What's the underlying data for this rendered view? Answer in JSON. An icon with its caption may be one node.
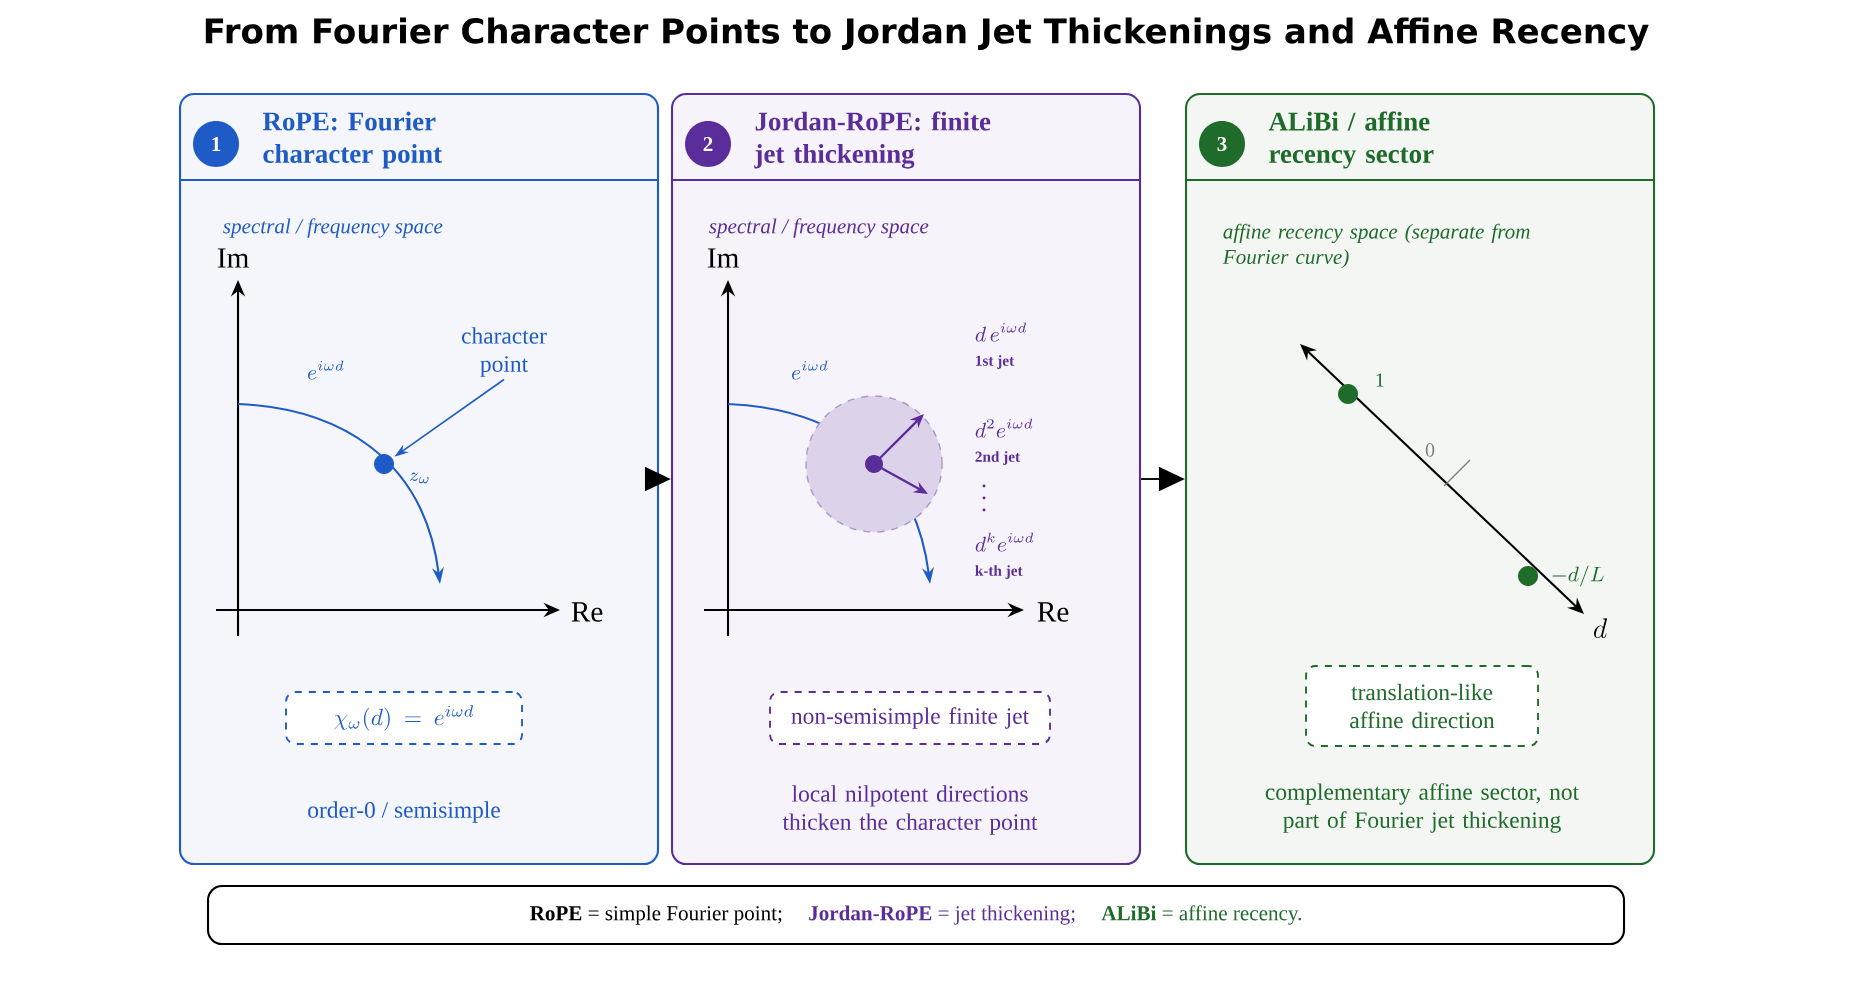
{
  "diagram": {
    "title": "From Fourier Character Points to Jordan Jet Thickenings and Affine Recency",
    "nodes": [
      {
        "text": [
          "1",
          "RoPE: Fourier character point"
        ]
      },
      {
        "text": [
          "character point"
        ],
        "in": 0
      },
      {
        "text": [],
        "shape": "circle",
        "in": 0
      },
      {
        "text": [
          "\\chi_\\omega(d) = e^{i\\omega d}"
        ],
        "in": 0
      },
      {
        "text": [
          "2",
          "Jordan-RoPE: finite jet thickening"
        ]
      },
      {
        "text": [
          "non-semisimple finite jet"
        ],
        "in": 4
      },
      {
        "text": [
          "3",
          "ALiBi / affine recency sector"
        ]
      },
      {
        "text": [
          "translation-like affine direction"
        ],
        "in": 6
      },
      {
        "text": [
          "**RoPE** = simple Fourier point;",
          "**Jordan-RoPE** = jet thickening;",
          "**ALiBi** = affine recency."
        ]
      }
    ],
    "edges": [
      {
        "from": 0,
        "to": 4,
        "arrow": "to"
      },
      {
        "from": 4,
        "to": 6,
        "arrow": "to"
      },
      {
        "from": 1,
        "to": 2,
        "arrow": "to",
        "color": "#1f5bc7"
      }
    ],
    "labels": [
      "spectral / frequency space",
      "Im",
      "e^{i\\omega d}",
      "z_\\omega",
      "Re",
      "order-0 / semisimple",
      "spectral / frequency space",
      "Im",
      "e^{i\\omega d}",
      "d\\,e^{i\\omega d}",
      "1st jet",
      "d^2e^{i\\omega d}",
      "2nd jet",
      "d^k e^{i\\omega d}",
      "k-th jet",
      "Re",
      "local nilpotent directions thicken the character point",
      "affine recency space (separate from Fourier curve)",
      "1",
      "0",
      "-d/L",
      "d",
      "complementary affine sector, not part of Fourier jet thickening"
    ]
  }
}
